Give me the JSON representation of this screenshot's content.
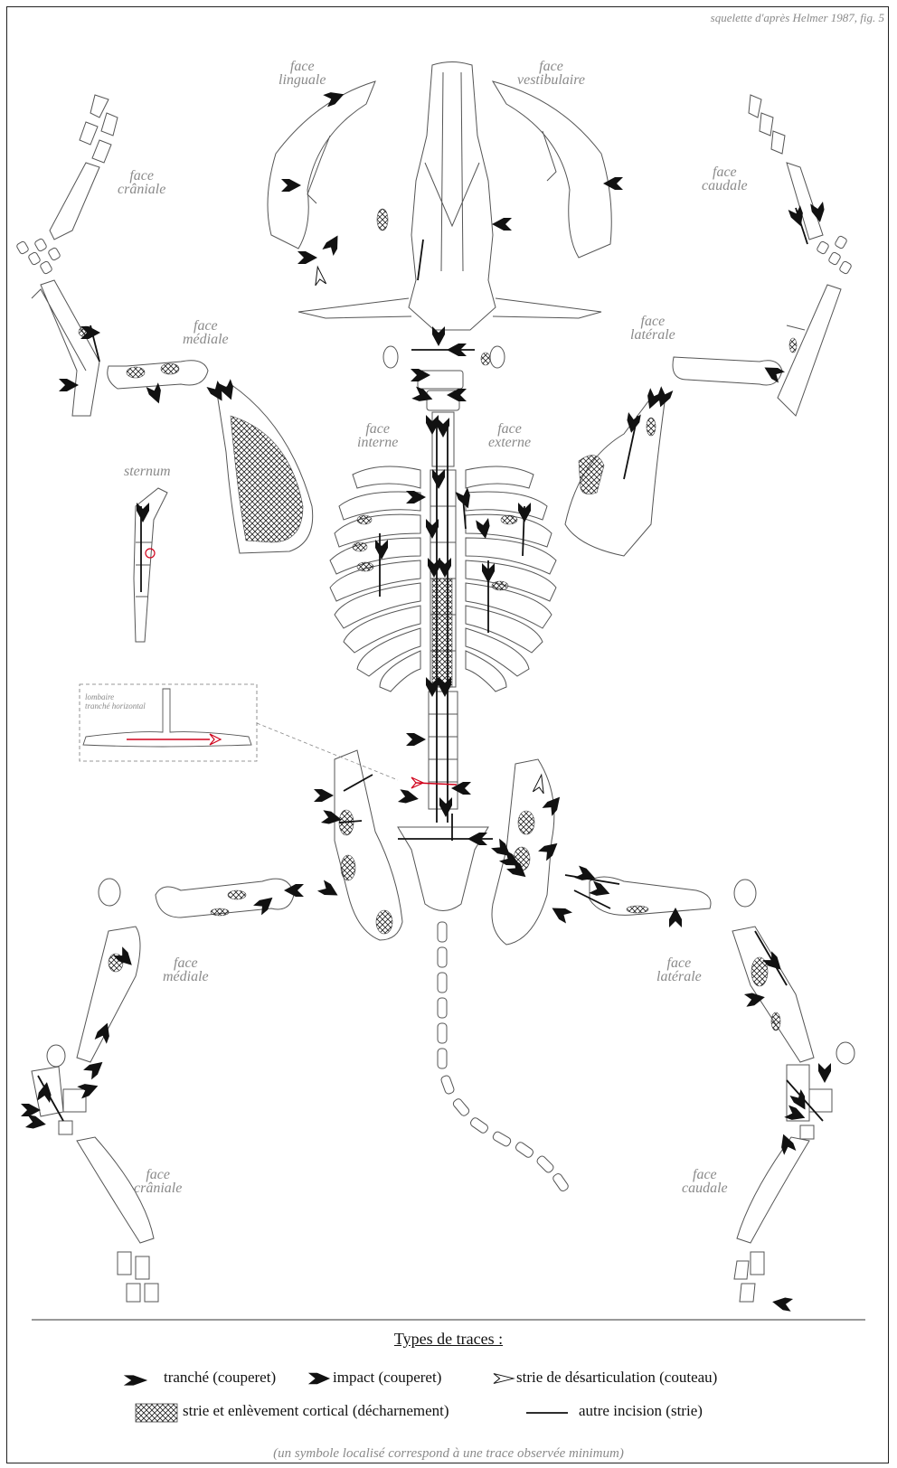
{
  "credit": "squelette d'après Helmer 1987, fig. 5",
  "labels": {
    "linguale": [
      "face",
      "linguale"
    ],
    "vestibulaire": [
      "face",
      "vestibulaire"
    ],
    "craniale_front": [
      "face",
      "crâniale"
    ],
    "caudale_front": [
      "face",
      "caudale"
    ],
    "mediale_front": [
      "face",
      "médiale"
    ],
    "laterale_front": [
      "face",
      "latérale"
    ],
    "sternum": "sternum",
    "interne": [
      "face",
      "interne"
    ],
    "externe": [
      "face",
      "externe"
    ],
    "mediale_hind": [
      "face",
      "médiale"
    ],
    "laterale_hind": [
      "face",
      "latérale"
    ],
    "craniale_hind": [
      "face",
      "crâniale"
    ],
    "caudale_hind": [
      "face",
      "caudale"
    ]
  },
  "inset": [
    "lombaire",
    "tranché horizontal"
  ],
  "legend": {
    "title": "Types de traces :",
    "items": {
      "tranche": "tranché (couperet)",
      "impact": "impact (couperet)",
      "strie_desart": "strie de désarticulation (couteau)",
      "decharnement": "strie et enlèvement cortical (décharnement)",
      "incision": "autre incision (strie)"
    },
    "note": "(un symbole localisé correspond à une trace observée minimum)"
  },
  "colors": {
    "bone_stroke": "#555555",
    "mark": "#111111",
    "highlight": "#d0021b",
    "label": "#8a8a8a"
  }
}
